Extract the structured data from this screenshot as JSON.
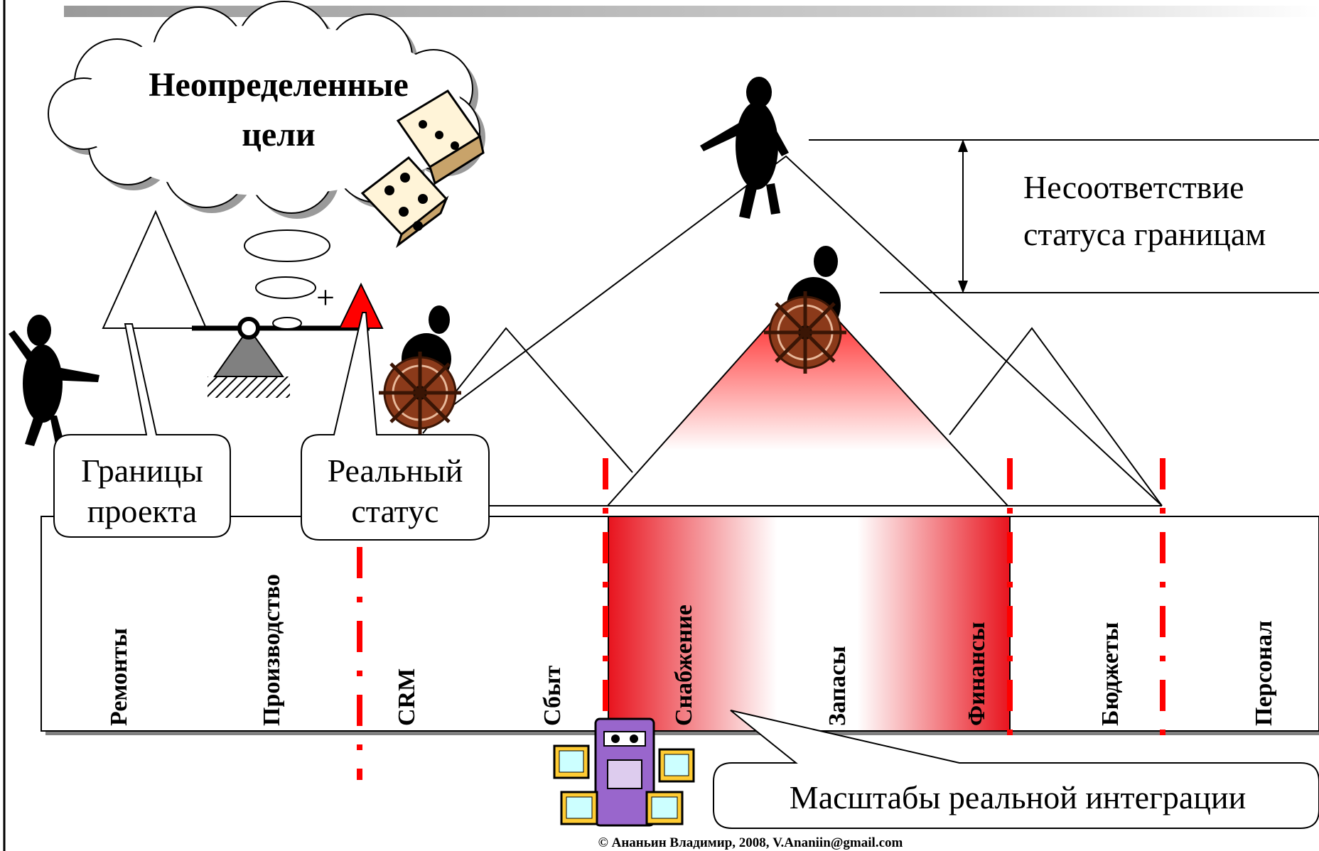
{
  "cloud": {
    "line1": "Неопределенные",
    "line2": "цели"
  },
  "mismatch": {
    "line1": "Несоответствие",
    "line2": "статуса границам"
  },
  "callouts": {
    "project_bounds": {
      "line1": "Границы",
      "line2": "проекта"
    },
    "real_status": {
      "line1": "Реальный",
      "line2": "статус"
    },
    "integration": "Масштабы реальной интеграции"
  },
  "plus_sign": "+",
  "modules": [
    "Ремонты",
    "Производство",
    "CRM",
    "Сбыт",
    "Снабжение",
    "Запасы",
    "Финансы",
    "Бюджеты",
    "Персонал"
  ],
  "footer": "© Ананьин Владимир, 2008, V.Ananiin@gmail.com",
  "colors": {
    "accent_red": "#e8141e",
    "status_red": "#ff0000",
    "gray": "#808080",
    "wheel": "#8b3a1a",
    "computer": "#9966cc"
  }
}
